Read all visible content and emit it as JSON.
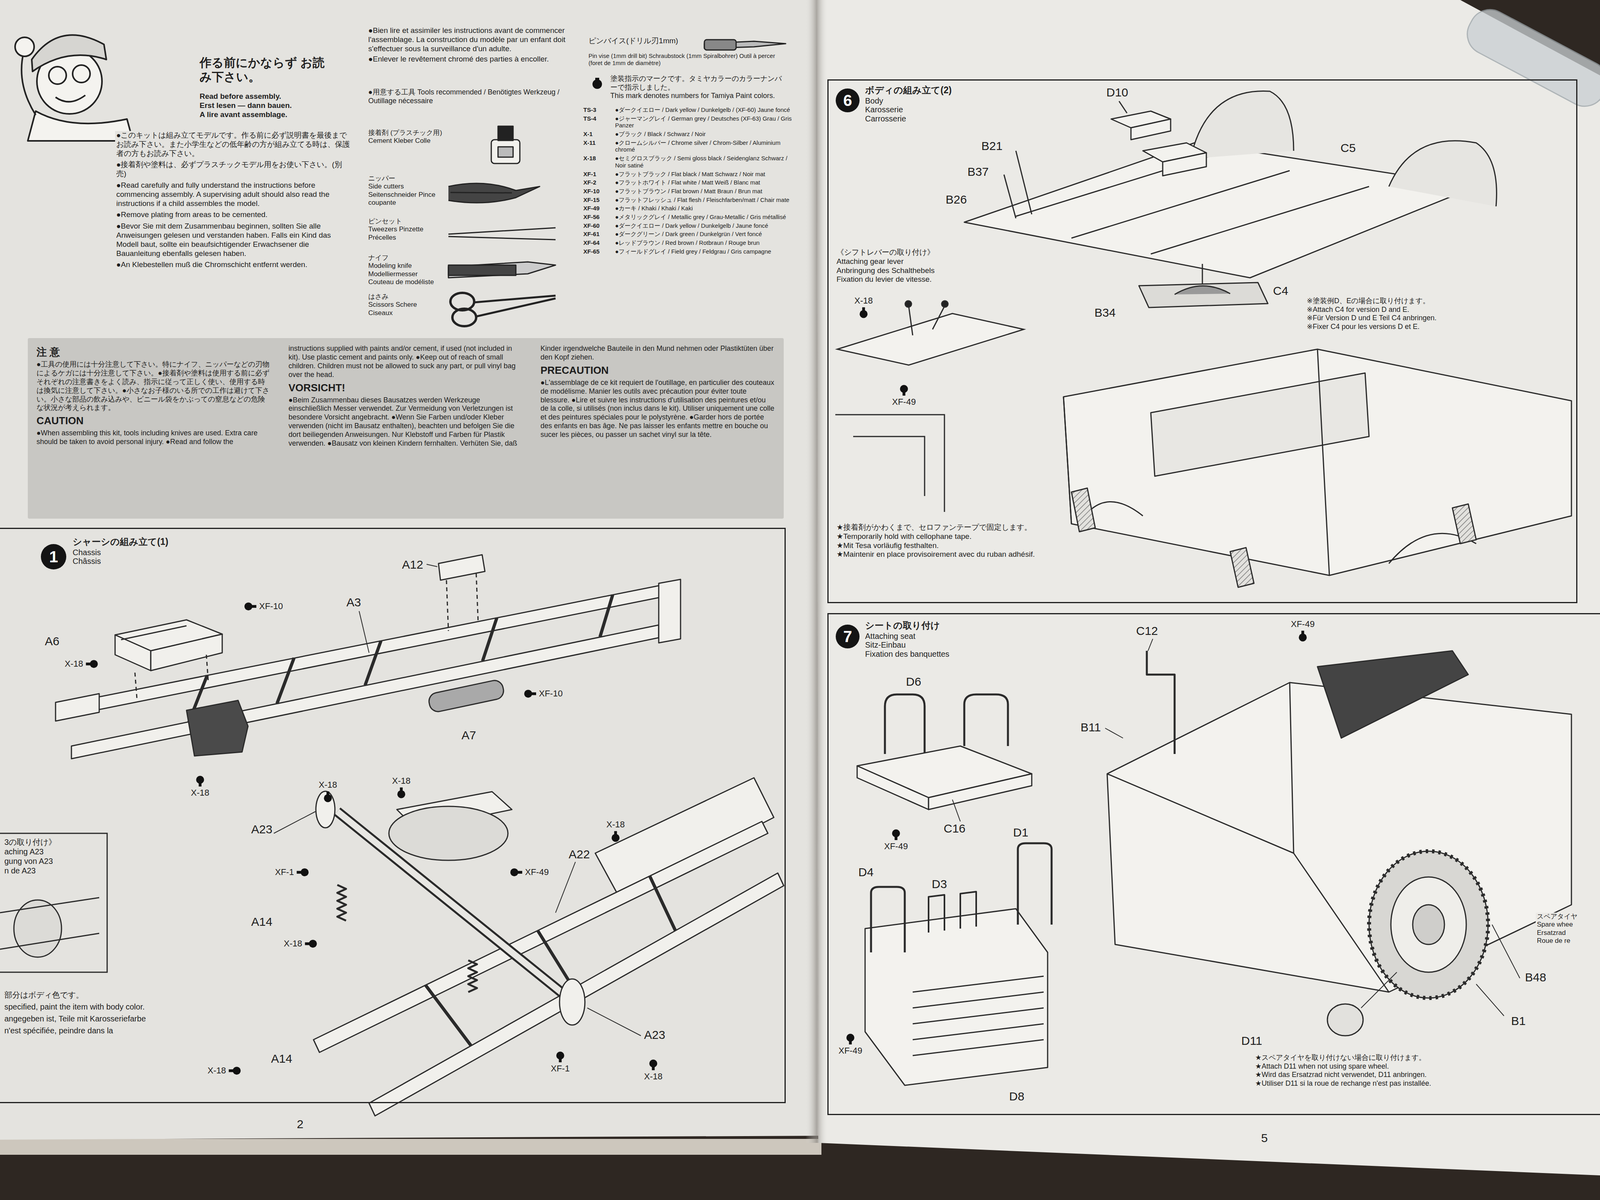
{
  "diagram": {
    "nodes": [
      {
        "text": [
          "注 意",
          "●工具の使用には十分注意して下さい。特にナイフ、ニッパーなどの刃物によるケガには十分注意して下さい。●接着剤や塗料は使用する前に必ずそれぞれの注意書きをよく読み、指示に従って正しく使い、使用する時は換気に注意して下さい。●小さなお子様のいる所での工作は避けて下さい。小さな部品の飲み込みや、ビニール袋をかぶっての窒息などの危険な状況が考えられます。",
          "CAUTION",
          "●When assembling this kit, tools including knives are used. Extra care should be taken to avoid personal injury. ●Read and follow the instructions supplied with paints and/or cement, if used (not included in kit). Use plastic cement and paints only. ●Keep out of reach of small children. Children must not be allowed to suck any part, or pull vinyl bag over the head.",
          "VORSICHT!",
          "●Beim Zusammenbau dieses Bausatzes werden Werkzeuge einschließlich Messer verwendet. Zur Vermeidung von Verletzungen ist besondere Vorsicht angebracht. ●Wenn Sie Farben und/oder Kleber verwenden (nicht im Bausatz enthalten), beachten und befolgen Sie die dort beiliegenden Anweisungen. Nur Klebstoff und Farben für Plastik verwenden. ●Bausatz von kleinen Kindern fernhalten. Verhüten Sie, daß Kinder irgendwelche Bauteile in den Mund nehmen oder Plastiktüten über den Kopf ziehen.",
          "PRECAUTION",
          "●L'assemblage de ce kit requiert de l'outillage, en particulier des couteaux de modélisme. Manier les outils avec précaution pour éviter toute blessure. ●Lire et suivre les instructions d'utilisation des peintures et/ou de la colle, si utilisés (non inclus dans le kit). Utiliser uniquement une colle et des peintures spéciales pour le polystyrène. ●Garder hors de portée des enfants en bas âge. Ne pas laisser les enfants mettre en bouche ou sucer les pièces, ou passer un sachet vinyl sur la tête."
        ]
      },
      {
        "text": [
          "シャーシの組み立て(1)",
          "Chassis",
          "Châssis"
        ]
      },
      {
        "text": [
          "1"
        ],
        "in": 1
      },
      {
        "text": [
          "ボディの組み立て(2)",
          "Body",
          "Karosserie",
          "Carrosserie"
        ]
      },
      {
        "text": [
          "6"
        ],
        "in": 3
      },
      {
        "text": [
          "シートの取り付け",
          "Attaching seat",
          "Sitz-Einbau",
          "Fixation des banquettes"
        ]
      },
      {
        "text": [
          "7"
        ],
        "in": 5
      }
    ],
    "labels": [
      "作る前にかならず お読み下さい。",
      "Read before assembly.",
      "Erst lesen — dann bauen.",
      "A lire avant assemblage.",
      "●このキットは組み立てモデルです。作る前に必ず説明書を最後までお読み下さい。また小学生などの低年齢の方が組み立てる時は、保護者の方もお読み下さい。",
      "●接着剤や塗料は、必ずプラスチックモデル用をお使い下さい。(別売)",
      "●Read carefully and fully understand the instructions before commencing assembly. A supervising adult should also read the instructions if a child assembles the model.",
      "●Remove plating from areas to be cemented.",
      "●Bevor Sie mit dem Zusammenbau beginnen, sollten Sie alle Anweisungen gelesen und verstanden haben. Falls ein Kind das Modell baut, sollte ein beaufsichtigender Erwachsener die Bauanleitung ebenfalls gelesen haben.",
      "●An Klebestellen muß die Chromschicht entfernt werden.",
      "●Bien lire et assimiler les instructions avant de commencer l'assemblage. La construction du modèle par un enfant doit s'effectuer sous la surveillance d'un adulte.",
      "●Enlever le revêtement chromé des parties à encoller.",
      "●用意する工具 Tools recommended / Benötigtes Werkzeug / Outillage nécessaire",
      "接着剤 (プラスチック用)",
      "Cement Kleber Colle",
      "ニッパー",
      "Side cutters Seitenschneider Pince coupante",
      "ピンセット",
      "Tweezers Pinzette Précelles",
      "ナイフ",
      "Modeling knife Modelliermesser Couteau de modéliste",
      "はさみ",
      "Scissors Schere Ciseaux",
      "ピンバイス(ドリル刃1mm)",
      "Pin vise (1mm drill bit) Schraubstock (1mm Spiralbohrer) Outil à percer (foret de 1mm de diamètre)",
      "塗装指示のマークです。タミヤカラーのカラーナンバーで指示しました。",
      "This mark denotes numbers for Tamiya Paint colors.",
      "TS-3",
      "●ダークイエロー / Dark yellow / Dunkelgelb / (XF-60) Jaune foncé",
      "TS-4",
      "●ジャーマングレイ / German grey / Deutsches (XF-63) Grau / Gris Panzer",
      "X-1",
      "●ブラック / Black / Schwarz / Noir",
      "X-11",
      "●クロームシルバー / Chrome silver / Chrom-Silber / Aluminium chromé",
      "X-18",
      "●セミグロスブラック / Semi gloss black / Seidenglanz Schwarz / Noir satiné",
      "XF-1",
      "●フラットブラック / Flat black / Matt Schwarz / Noir mat",
      "XF-2",
      "●フラットホワイト / Flat white / Matt Weiß / Blanc mat",
      "XF-10",
      "●フラットブラウン / Flat brown / Matt Braun / Brun mat",
      "XF-15",
      "●フラットフレッシュ / Flat flesh / Fleischfarben/matt / Chair mate",
      "XF-49",
      "●カーキ / Khaki / Khaki / Kaki",
      "XF-56",
      "●メタリックグレイ / Metallic grey / Grau-Metallic / Gris métallisé",
      "XF-60",
      "●ダークイエロー / Dark yellow / Dunkelgelb / Jaune foncé",
      "XF-61",
      "●ダークグリーン / Dark green / Dunkelgrün / Vert foncé",
      "XF-64",
      "●レッドブラウン / Red brown / Rotbraun / Rouge brun",
      "XF-65",
      "●フィールドグレイ / Field grey / Feldgrau / Gris campagne",
      "A12",
      "A3",
      "XF-10",
      "A6",
      "X-18",
      "XF-10",
      "X-18",
      "A7",
      "X-18",
      "X-18",
      "A23",
      "X-18",
      "XF-1",
      "XF-49",
      "A22",
      "A14",
      "X-18",
      "A14",
      "X-18",
      "XF-1",
      "A23",
      "X-18",
      "3の取り付け》",
      "aching A23",
      "gung von A23",
      "n de A23",
      "部分はボディ色です。",
      "specified, paint the item with body color.",
      "angegeben ist, Teile mit Karosseriefarbe",
      "n'est spécifiée, peindre dans la",
      "2",
      "D10",
      "B21",
      "B37",
      "C5",
      "B26",
      "B34",
      "C4",
      "※塗装例D、Eの場合に取り付けます。",
      "※Attach C4 for version D and E.",
      "※Für Version D und E Teil C4 anbringen.",
      "※Fixer C4 pour les versions D et E.",
      "《シフトレバーの取り付け》",
      "Attaching gear lever",
      "Anbringung des Schalthebels",
      "Fixation du levier de vitesse.",
      "X-18",
      "XF-49",
      "★接着剤がかわくまで、セロファンテープで固定します。",
      "★Temporarily hold with cellophane tape.",
      "★Mit Tesa vorläufig festhalten.",
      "★Maintenir en place provisoirement avec du ruban adhésif.",
      "C12",
      "XF-49",
      "D6",
      "B11",
      "XF-49",
      "C16",
      "D1",
      "D4",
      "D3",
      "XF-49",
      "D8",
      "スペアタイヤ",
      "Spare whee",
      "Ersatzrad",
      "Roue de re",
      "B48",
      "B1",
      "D11",
      "★スペアタイヤを取り付けない場合に取り付けます。",
      "★Attach D11 when not using spare wheel.",
      "★Wird das Ersatzrad nicht verwendet, D11 anbringen.",
      "★Utiliser D11 si la roue de rechange n'est pas installée.",
      "5"
    ]
  }
}
